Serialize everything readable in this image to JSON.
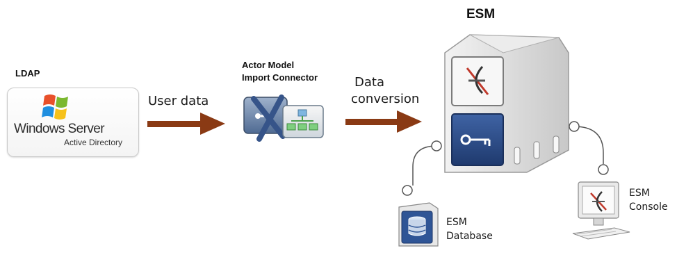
{
  "title": "ESM",
  "ldap": {
    "label": "LDAP",
    "product_line1": "Windows Server",
    "product_line2": "Active Directory"
  },
  "flow": {
    "user_data": "User data",
    "data_conversion_line1": "Data",
    "data_conversion_line2": "conversion"
  },
  "connector": {
    "line1": "Actor Model",
    "line2": "Import Connector"
  },
  "database": {
    "line1": "ESM",
    "line2": "Database"
  },
  "console": {
    "line1": "ESM",
    "line2": "Console"
  },
  "colors": {
    "arrow": "#8a3a14",
    "server_gray": "#e2e2e2",
    "server_blue": "#2d4d86",
    "connector_red": "#c0392b"
  },
  "icons": [
    "windows-logo-icon",
    "connector-icon",
    "actor-icon",
    "key-icon",
    "database-icon",
    "console-monitor-icon"
  ]
}
